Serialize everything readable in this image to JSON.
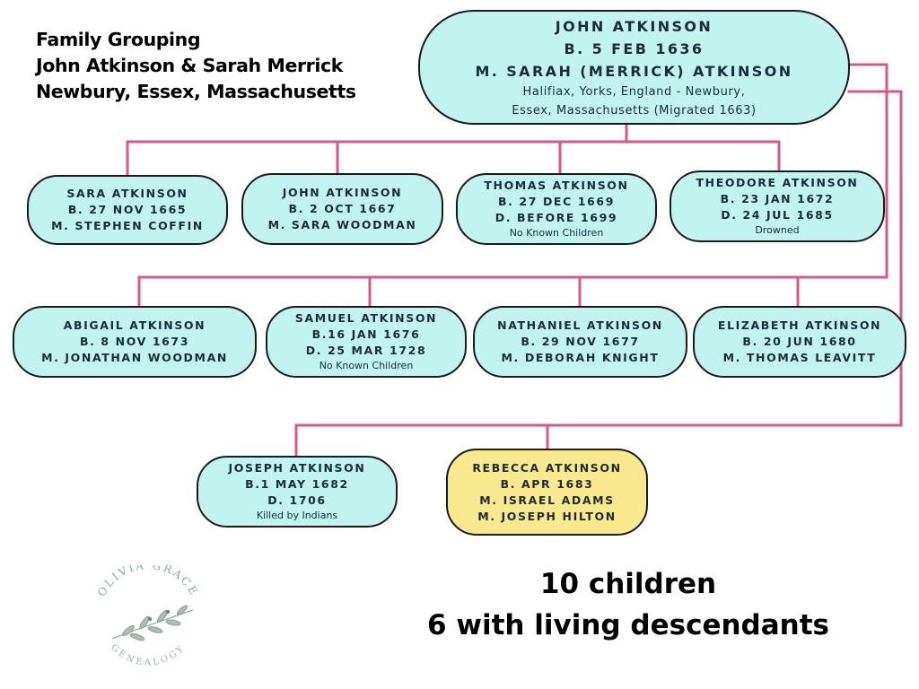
{
  "title": {
    "line1": "Family Grouping",
    "line2": "John Atkinson & Sarah Merrick",
    "line3": "Newbury, Essex, Massachusetts"
  },
  "parent": {
    "lines": [
      "JOHN ATKINSON",
      "B. 5 FEB 1636",
      "M. SARAH (MERRICK) ATKINSON"
    ],
    "notes": [
      "Halifiax, Yorks, England - Newbury,",
      "Essex, Massachusetts (Migrated 1663)"
    ]
  },
  "children": [
    {
      "lines": [
        "SARA ATKINSON",
        "B. 27 NOV 1665",
        "M. STEPHEN COFFIN"
      ],
      "note": ""
    },
    {
      "lines": [
        "JOHN ATKINSON",
        "B. 2 OCT 1667",
        "M. SARA WOODMAN"
      ],
      "note": ""
    },
    {
      "lines": [
        "THOMAS ATKINSON",
        "B. 27 DEC 1669",
        "D. BEFORE 1699"
      ],
      "note": "No Known Children"
    },
    {
      "lines": [
        "THEODORE ATKINSON",
        "B. 23 JAN 1672",
        "D. 24 JUL 1685"
      ],
      "note": "Drowned"
    },
    {
      "lines": [
        "ABIGAIL ATKINSON",
        "B. 8 NOV 1673",
        "M. JONATHAN WOODMAN"
      ],
      "note": ""
    },
    {
      "lines": [
        "SAMUEL ATKINSON",
        "B.16 JAN 1676",
        "D. 25 MAR 1728"
      ],
      "note": "No Known Children"
    },
    {
      "lines": [
        "NATHANIEL ATKINSON",
        "B. 29 NOV 1677",
        "M. DEBORAH KNIGHT"
      ],
      "note": ""
    },
    {
      "lines": [
        "ELIZABETH ATKINSON",
        "B. 20 JUN 1680",
        "M. THOMAS LEAVITT"
      ],
      "note": ""
    },
    {
      "lines": [
        "JOSEPH ATKINSON",
        "B.1 MAY 1682",
        "D. 1706"
      ],
      "note": "Killed by Indians"
    },
    {
      "lines": [
        "REBECCA ATKINSON",
        "B. APR 1683",
        "M. ISRAEL ADAMS",
        "M. JOSEPH HILTON"
      ],
      "note": "",
      "highlighted": true
    }
  ],
  "summary": {
    "line1": "10 children",
    "line2": "6 with living descendants"
  },
  "logo": {
    "top_text": "OLIVIA GRACE",
    "bottom_text": "GENEALOGY"
  },
  "colors": {
    "node_fill": "#c1f4ef",
    "highlight_fill": "#f8e88e",
    "connector": "#d9578a",
    "border": "#1a1a1a",
    "logo": "#8fa79a"
  }
}
